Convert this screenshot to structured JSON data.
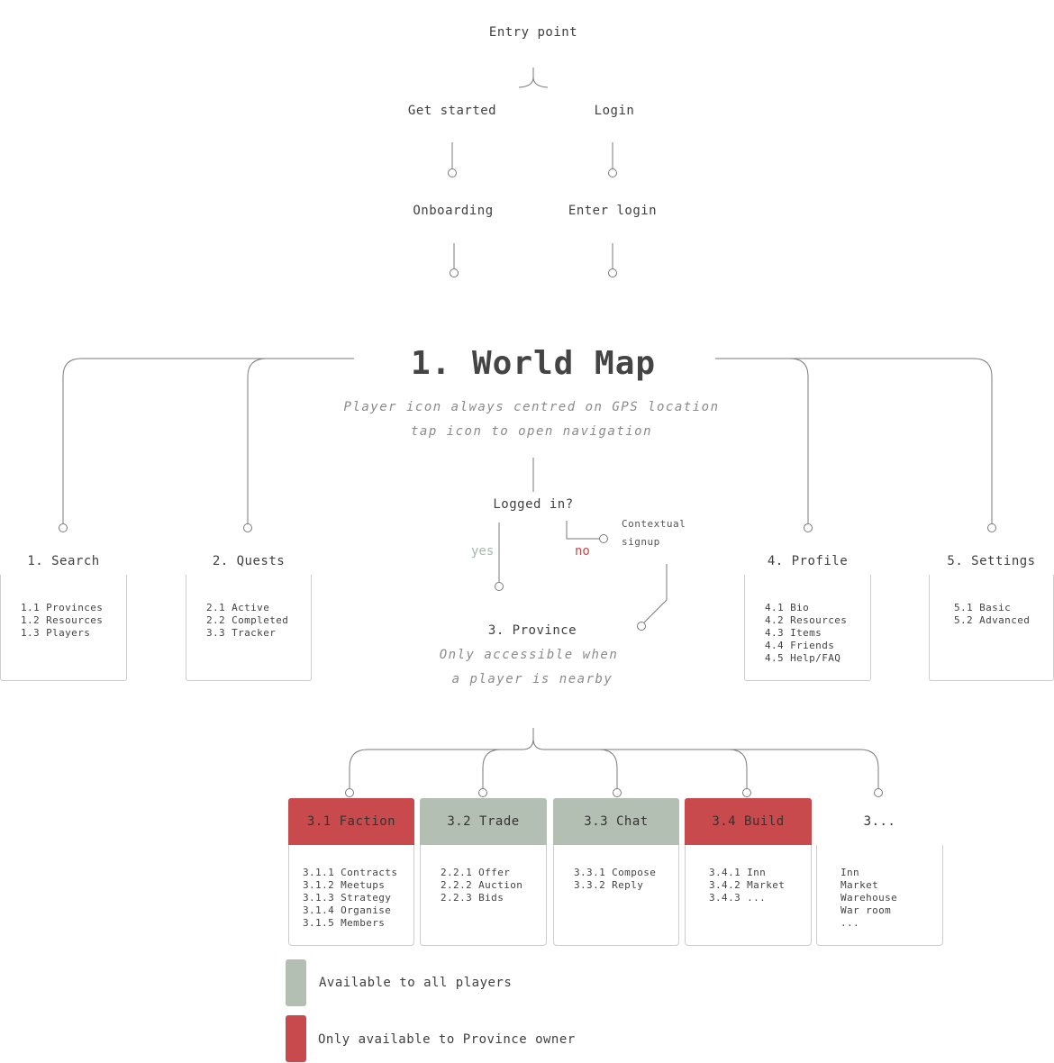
{
  "flow": {
    "entry": "Entry point",
    "get_started": "Get started",
    "login": "Login",
    "onboarding": "Onboarding",
    "enter_login": "Enter login",
    "world_map_title": "1. World Map",
    "world_map_note_line1": "Player icon always centred on GPS location",
    "world_map_note_line2": "tap icon to open navigation",
    "logged_in_question": "Logged in?",
    "yes_label": "yes",
    "no_label": "no",
    "contextual_line1": "Contextual",
    "contextual_line2": "signup",
    "province_title": "3. Province",
    "province_note_line1": "Only accessible when",
    "province_note_line2": "a player is nearby"
  },
  "sections": [
    {
      "title": "1. Search",
      "items": [
        "1.1 Provinces",
        "1.2 Resources",
        "1.3 Players"
      ]
    },
    {
      "title": "2. Quests",
      "items": [
        "2.1 Active",
        "2.2 Completed",
        "3.3 Tracker"
      ]
    },
    {
      "title": "4. Profile",
      "items": [
        "4.1 Bio",
        "4.2 Resources",
        "4.3 Items",
        "4.4 Friends",
        "4.5 Help/FAQ"
      ]
    },
    {
      "title": "5. Settings",
      "items": [
        "5.1 Basic",
        "5.2 Advanced"
      ]
    }
  ],
  "province_sections": [
    {
      "title": "3.1 Faction",
      "access": "owner",
      "items": [
        "3.1.1 Contracts",
        "3.1.2 Meetups",
        "3.1.3 Strategy",
        "3.1.4 Organise",
        "3.1.5 Members"
      ]
    },
    {
      "title": "3.2 Trade",
      "access": "all",
      "items": [
        "2.2.1 Offer",
        "2.2.2 Auction",
        "2.2.3 Bids"
      ]
    },
    {
      "title": "3.3 Chat",
      "access": "all",
      "items": [
        "3.3.1 Compose",
        "3.3.2 Reply"
      ]
    },
    {
      "title": "3.4 Build",
      "access": "owner",
      "items": [
        "3.4.1 Inn",
        "3.4.2 Market",
        "3.4.3 ..."
      ]
    },
    {
      "title": "3...",
      "access": "none",
      "items": [
        "Inn",
        "Market",
        "Warehouse",
        "War room",
        "..."
      ]
    }
  ],
  "legend": {
    "all_players": "Available to all players",
    "owner_only": "Only available to Province owner"
  },
  "colors": {
    "owner_red": "#c84a4c",
    "all_grey": "#b4bfb3",
    "line": "#777777",
    "yes_text": "#a9b8ab",
    "no_text": "#c8484b"
  }
}
